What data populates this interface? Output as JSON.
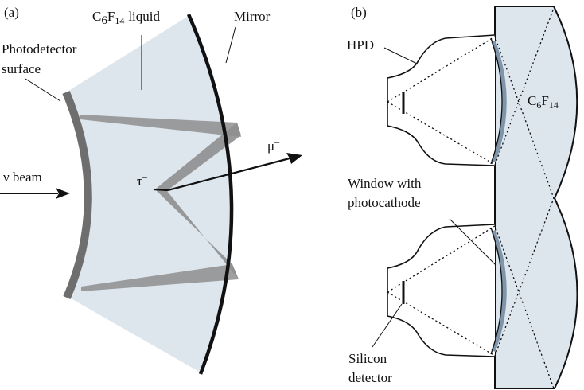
{
  "panel_a": {
    "tag": "(a)",
    "liquid": "liquid",
    "mirror": "Mirror",
    "photodetector_line1": "Photodetector",
    "photodetector_line2": "surface",
    "beam": "ν beam",
    "tau": "τ",
    "mu": "μ"
  },
  "panel_b": {
    "tag": "(b)",
    "hpd": "HPD",
    "window_line1": "Window with",
    "window_line2": "photocathode",
    "silicon_line1": "Silicon",
    "silicon_line2": "detector"
  },
  "chem": {
    "c": "C",
    "c_sub": "6",
    "f": "F",
    "f_sub": "14"
  },
  "charges": {
    "minus": "–"
  },
  "colors": {
    "liquid_fill": "#dde5ed",
    "photon_band": "#8e8e8e",
    "photodetector": "#6e6e6e",
    "window": "#7f95aa",
    "stroke": "#111111"
  }
}
